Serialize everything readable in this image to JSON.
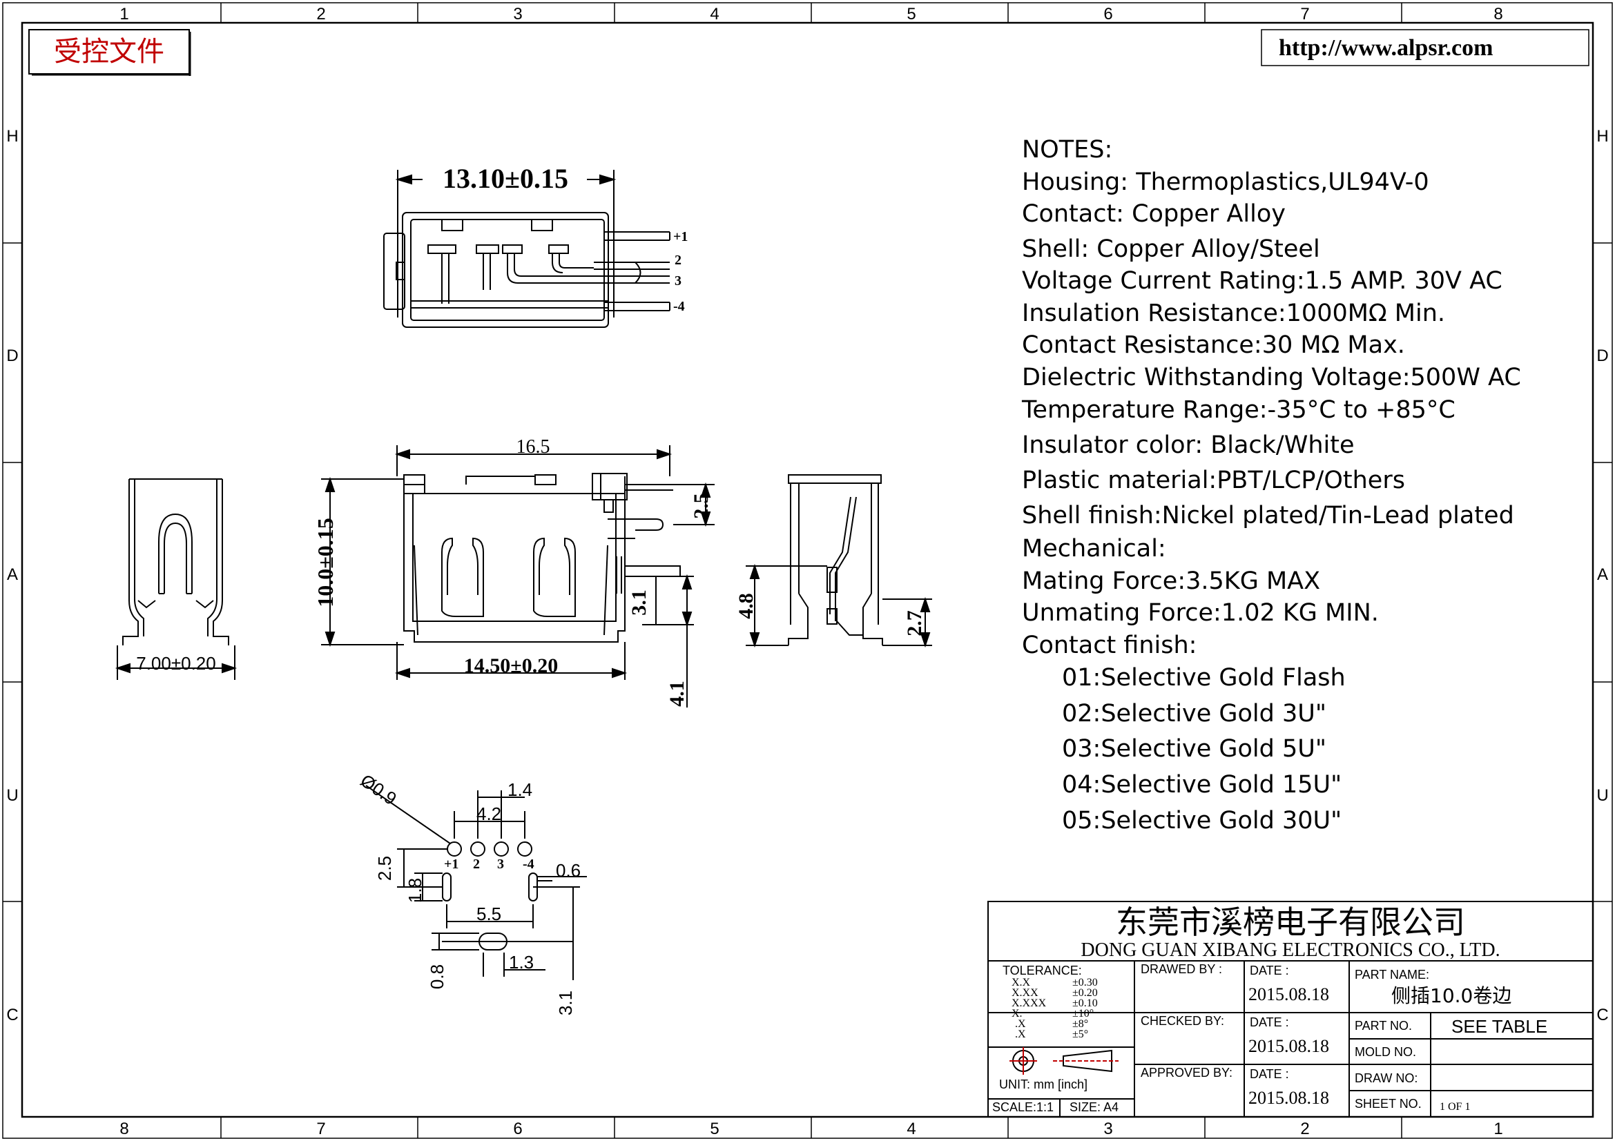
{
  "header": {
    "stamp": "受控文件",
    "url": "http://www.alpsr.com"
  },
  "grid": {
    "cols_top": [
      "1",
      "2",
      "3",
      "4",
      "5",
      "6",
      "7",
      "8"
    ],
    "cols_bottom": [
      "8",
      "7",
      "6",
      "5",
      "4",
      "3",
      "2",
      "1"
    ],
    "rows": [
      "H",
      "D",
      "A",
      "U",
      "C"
    ]
  },
  "notes": {
    "heading": "NOTES:",
    "lines": [
      "Housing:  Thermoplastics,UL94V-0",
      "Contact:  Copper Alloy",
      "Shell:  Copper Alloy/Steel",
      "Voltage Current Rating:1.5 AMP. 30V AC",
      "Insulation Resistance:1000MΩ Min.",
      "Contact Resistance:30 MΩ Max.",
      "Dielectric Withstanding Voltage:500W AC",
      "Temperature Range:-35°C to +85°C",
      "Insulator color: Black/White",
      "Plastic material:PBT/LCP/Others",
      "Shell finish:Nickel plated/Tin-Lead plated",
      "Mechanical:",
      "Mating Force:3.5KG MAX",
      "Unmating Force:1.02 KG MIN.",
      "Contact finish:"
    ],
    "finish_options": [
      "01:Selective Gold Flash",
      "02:Selective Gold 3U\"",
      "03:Selective Gold 5U\"",
      "04:Selective Gold 15U\"",
      "05:Selective Gold 30U\""
    ]
  },
  "dimensions": {
    "top_width": "13.10±0.15",
    "pins_top": [
      "+1",
      "2",
      "3",
      "-4"
    ],
    "front_top": "16.5",
    "front_height": "10.0±0.15",
    "front_bottom": "14.50±0.20",
    "front_r1": "2.5",
    "front_r2": "3.1",
    "front_r3": "4.1",
    "side_width": "7.00±0.20",
    "rside_left": "4.8",
    "rside_right": "2.7",
    "pcb_hole": "Ø0.9",
    "pcb_a": "1.4",
    "pcb_b": "4.2",
    "pcb_c": "2.5",
    "pcb_d": "1.8",
    "pcb_e": "0.6",
    "pcb_f": "5.5",
    "pcb_g": "0.8",
    "pcb_h": "1.3",
    "pcb_i": "3.1",
    "pins_pcb": [
      "+1",
      "2",
      "3",
      "-4"
    ]
  },
  "title_block": {
    "company_cn": "东莞市溪榜电子有限公司",
    "company_en": "DONG GUAN XIBANG ELECTRONICS CO., LTD.",
    "tolerance_label": "TOLERANCE:",
    "tol_keys": [
      "X.X",
      "X.XX",
      "X.XXX",
      "X.",
      ".X",
      ".X"
    ],
    "tol_vals": [
      "±0.30",
      "±0.20",
      "±0.10",
      "±10°",
      "±8°",
      "±5°"
    ],
    "unit": "UNIT:  mm  [inch]",
    "scale": "SCALE:1:1",
    "size": "SIZE:  A4",
    "drawn_by": "DRAWED BY :",
    "checked_by": "CHECKED BY:",
    "approved_by": "APPROVED BY:",
    "date_label": "DATE :",
    "date1": "2015.08.18",
    "date2": "2015.08.18",
    "date3": "2015.08.18",
    "part_name_label": "PART NAME:",
    "part_name": "侧插10.0卷边",
    "part_no_label": "PART NO.",
    "part_no": "SEE TABLE",
    "mold_no_label": "MOLD NO.",
    "draw_no_label": "DRAW NO:",
    "sheet_no_label": "SHEET NO.",
    "sheet": "1 OF 1"
  }
}
